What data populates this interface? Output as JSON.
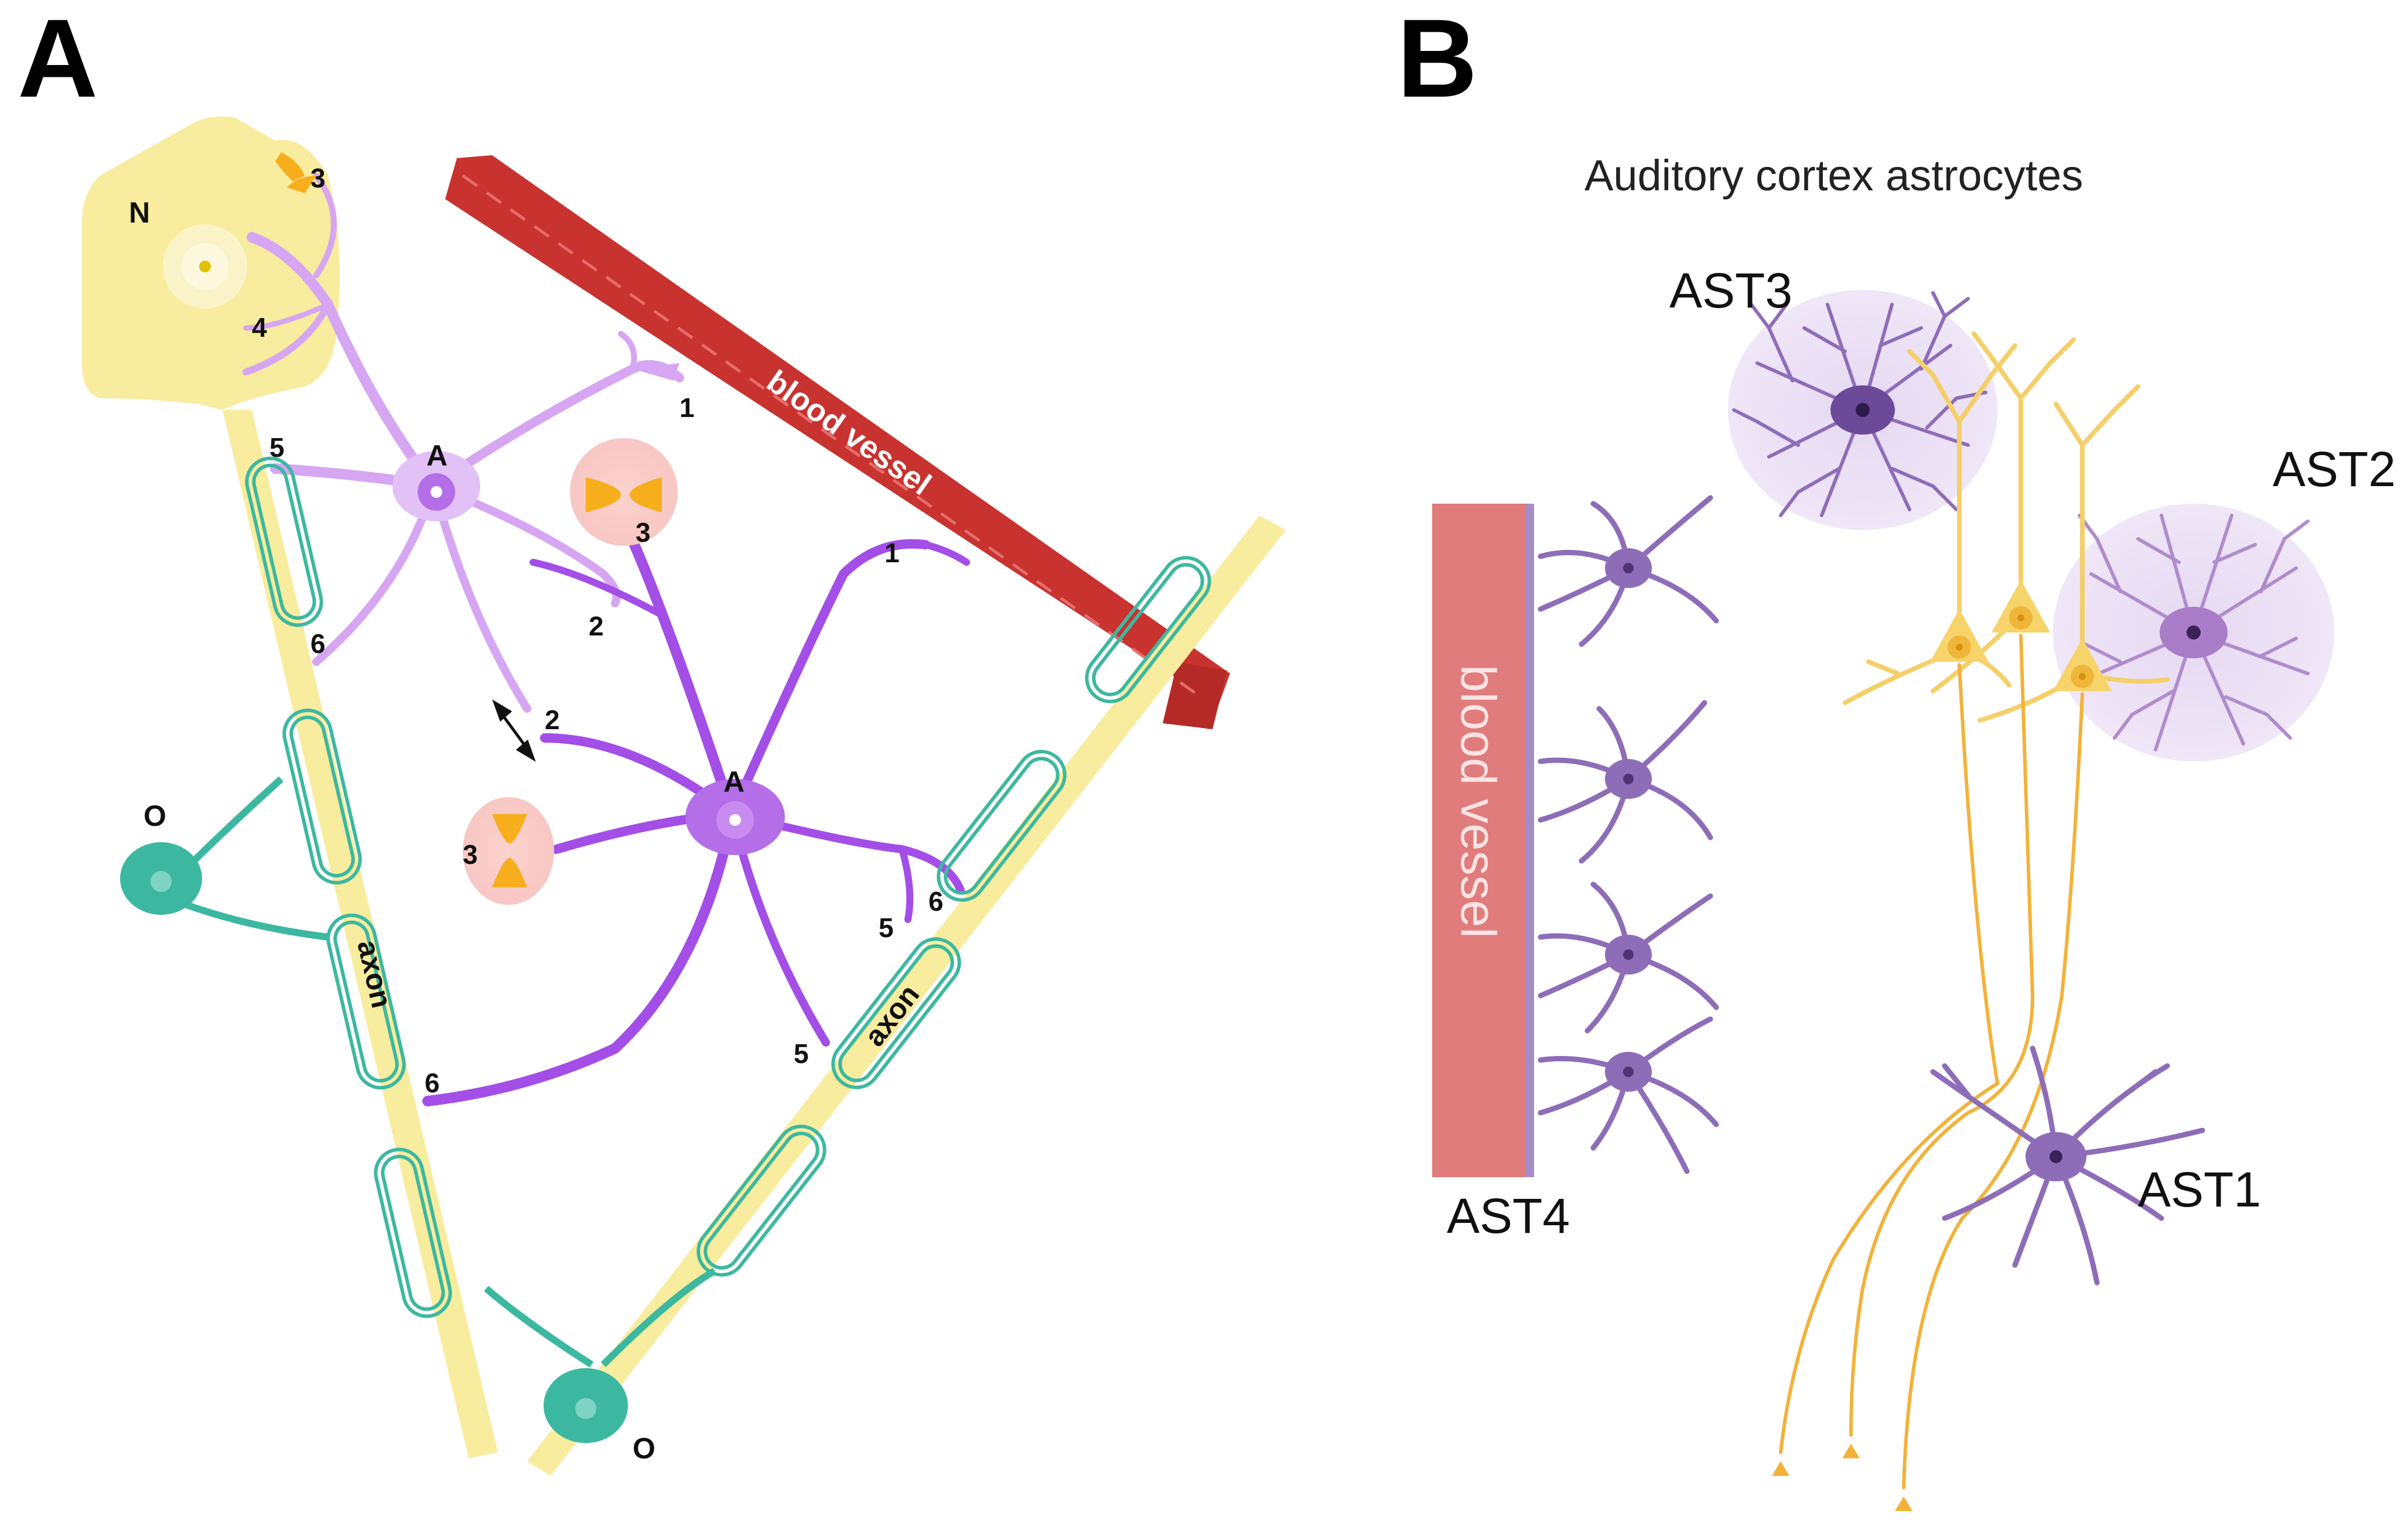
{
  "panel_a": {
    "letter": "A",
    "neuron_label": "N",
    "astrocyte_label": "A",
    "oligodendrocyte_label": "O",
    "blood_vessel_label": "blood vessel",
    "axon_label": "axon",
    "numbers": [
      "1",
      "2",
      "3",
      "4",
      "5",
      "6"
    ]
  },
  "panel_b": {
    "letter": "B",
    "title": "Auditory cortex astrocytes",
    "ast1": "AST1",
    "ast2": "AST2",
    "ast3": "AST3",
    "ast4": "AST4",
    "blood_vessel_label": "blood vessel"
  },
  "colors": {
    "neuron_yellow": "#f8ec9e",
    "astro_light": "#d6a6f2",
    "astro_dark": "#a34ee6",
    "vessel_red": "#c8322f",
    "oligo_teal": "#3cb8a0",
    "synapse_orange": "#f7ae1c",
    "astro_b_purple": "#8e6db8",
    "vessel_b_pink": "#e07c7c",
    "neuron_b_orange": "#f2b23a"
  }
}
